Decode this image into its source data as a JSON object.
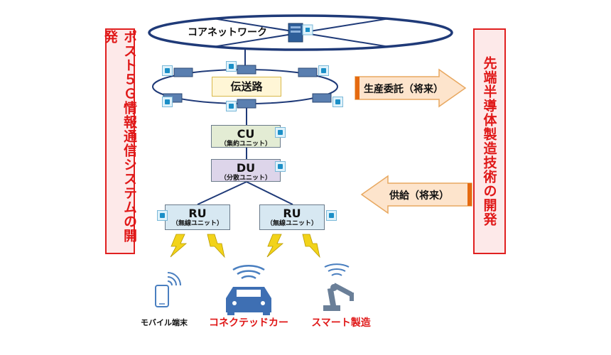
{
  "left_box": {
    "text": "ポスト５Ｇ情報通信システムの開発"
  },
  "right_box": {
    "text": "先端半導体製造技術の開発"
  },
  "core_network": {
    "label": "コアネットワーク"
  },
  "transport": {
    "label": "伝送路"
  },
  "cu": {
    "title": "CU",
    "subtitle": "（集約ユニット）"
  },
  "du": {
    "title": "DU",
    "subtitle": "（分散ユニット）"
  },
  "ru_left": {
    "title": "RU",
    "subtitle": "（無線ユニット）"
  },
  "ru_right": {
    "title": "RU",
    "subtitle": "（無線ユニット）"
  },
  "arrow_out": {
    "label": "生産委託（将来）"
  },
  "arrow_in": {
    "label": "供給（将来）"
  },
  "devices": [
    {
      "label": "モバイル端末",
      "icon": "smartphone-icon"
    },
    {
      "label": "コネクテッドカー",
      "icon": "car-icon"
    },
    {
      "label": "スマート製造",
      "icon": "robot-arm-icon"
    }
  ],
  "colors": {
    "accent_red": "#e01818",
    "box_fill": "#fde9e9",
    "cu_fill": "#e3ecd4",
    "du_fill": "#ddd5ea",
    "ru_fill": "#d7e8f2",
    "arrow_fill": "#fde4cc",
    "core_line": "#1f3a78"
  }
}
